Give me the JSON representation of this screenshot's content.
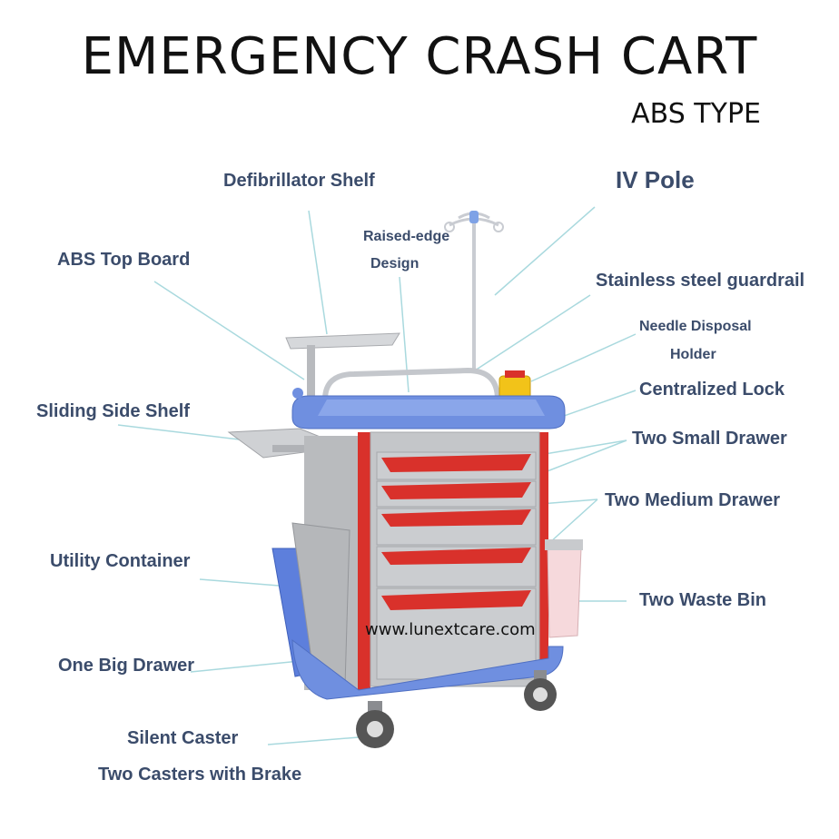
{
  "title": "EMERGENCY CRASH CART",
  "subtitle": "ABS TYPE",
  "website": "www.lunextcare.com",
  "labels": {
    "defibrillator_shelf": "Defibrillator Shelf",
    "iv_pole": "IV Pole",
    "raised_edge_line1": "Raised-edge",
    "raised_edge_line2": "Design",
    "abs_top_board": "ABS Top Board",
    "stainless_guardrail": "Stainless steel guardrail",
    "needle_line1": "Needle Disposal",
    "needle_line2": "Holder",
    "centralized_lock": "Centralized Lock",
    "sliding_side_shelf": "Sliding Side Shelf",
    "two_small_drawer": "Two Small Drawer",
    "two_medium_drawer": "Two Medium Drawer",
    "utility_container": "Utility Container",
    "two_waste_bin": "Two Waste Bin",
    "one_big_drawer": "One Big Drawer",
    "silent_caster": "Silent Caster",
    "two_casters_brake": "Two Casters with Brake"
  },
  "colors": {
    "body_blue": "#6f8fe0",
    "drawer_red": "#d9312b",
    "panel_gray": "#bfc1c4",
    "leader_line": "#a9d9de",
    "label_text": "#3b4c6b"
  }
}
